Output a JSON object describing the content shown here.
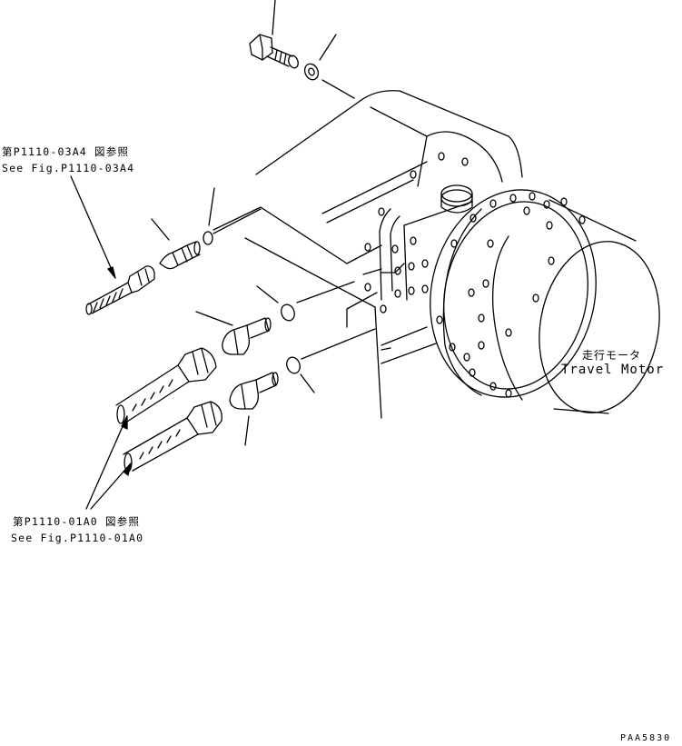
{
  "callouts": {
    "top_ref_jp": "第P1110-03A4 図参照",
    "top_ref_en": "See Fig.P1110-03A4",
    "bottom_ref_jp": "第P1110-01A0 図参照",
    "bottom_ref_en": "See Fig.P1110-01A0"
  },
  "motor": {
    "label_jp": "走行モータ",
    "label_en": "Travel Motor"
  },
  "drawing_code": "PAA5830"
}
